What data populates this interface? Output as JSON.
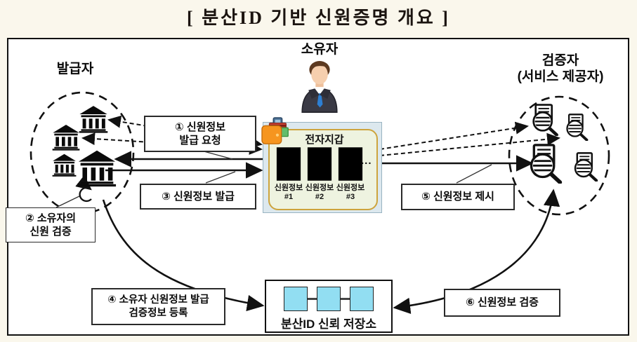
{
  "title": "[ 분산ID 기반 신원증명 개요 ]",
  "issuer": {
    "label": "발급자"
  },
  "owner": {
    "label": "소유자"
  },
  "verifier": {
    "label_line1": "검증자",
    "label_line2": "(서비스 제공자)"
  },
  "wallet": {
    "title": "전자지갑",
    "credentials": [
      {
        "name": "신원정보",
        "number": "#1"
      },
      {
        "name": "신원정보",
        "number": "#2"
      },
      {
        "name": "신원정보",
        "number": "#3"
      }
    ],
    "more": "..."
  },
  "storage": {
    "label": "분산ID 신뢰 저장소"
  },
  "steps": {
    "s1": {
      "line1": "① 신원정보",
      "line2": "발급 요청"
    },
    "s2": {
      "line1": "② 소유자의",
      "line2": "신원 검증"
    },
    "s3": {
      "line1": "③ 신원정보 발급"
    },
    "s4": {
      "line1": "④ 소유자 신원정보 발급",
      "line2": "검증정보 등록"
    },
    "s5": {
      "line1": "⑤ 신원정보 제시"
    },
    "s6": {
      "line1": "⑥ 신원정보 검증"
    }
  },
  "colors": {
    "page_bg": "#faf7ec",
    "credential_1": "#55d0e8",
    "credential_2": "#c6bd52",
    "credential_3": "#c07b4c",
    "storage_block": "#92def2",
    "wallet_inner_bg": "#eef3e0",
    "wallet_inner_border": "#cda43d",
    "wallet_outer_bg": "#dce8ee"
  }
}
